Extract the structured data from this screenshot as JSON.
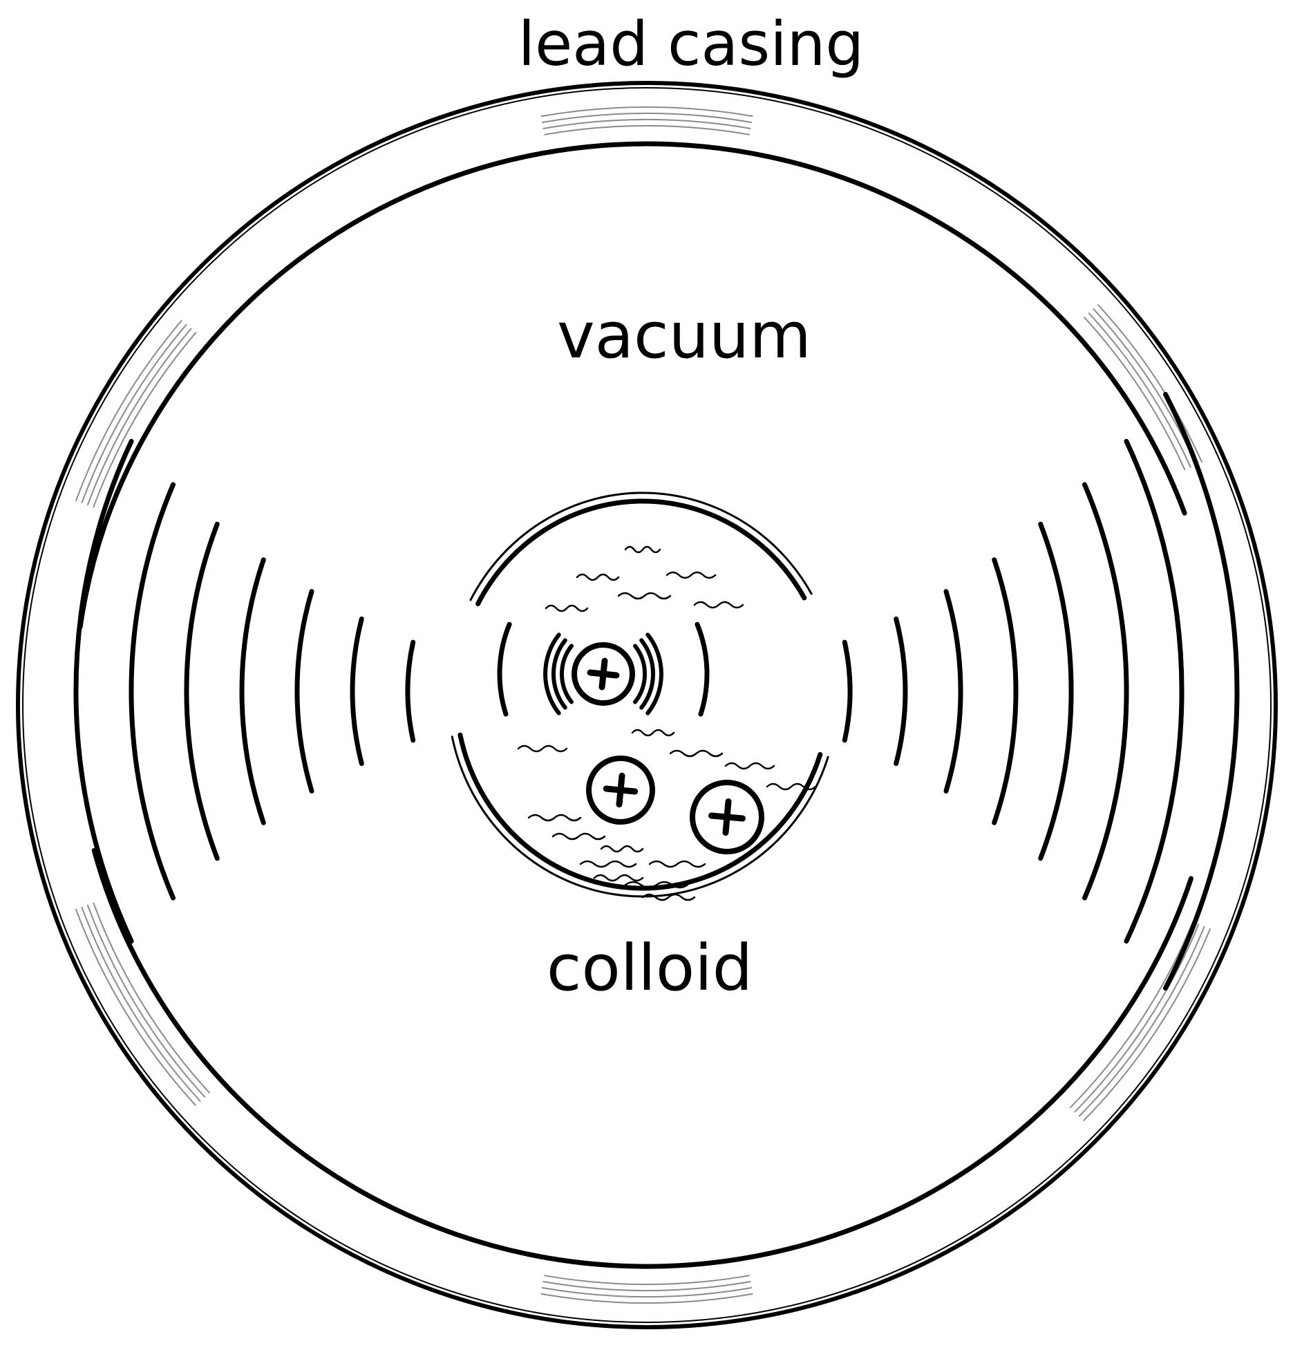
{
  "labels": {
    "casing": "lead casing",
    "vacuum": "vacuum",
    "colloid": "colloid"
  },
  "colors": {
    "ink": "#000000",
    "hatch": "#8a8a8a",
    "background": "#ffffff"
  },
  "particles": {
    "count": 3,
    "symbol": "plus"
  }
}
